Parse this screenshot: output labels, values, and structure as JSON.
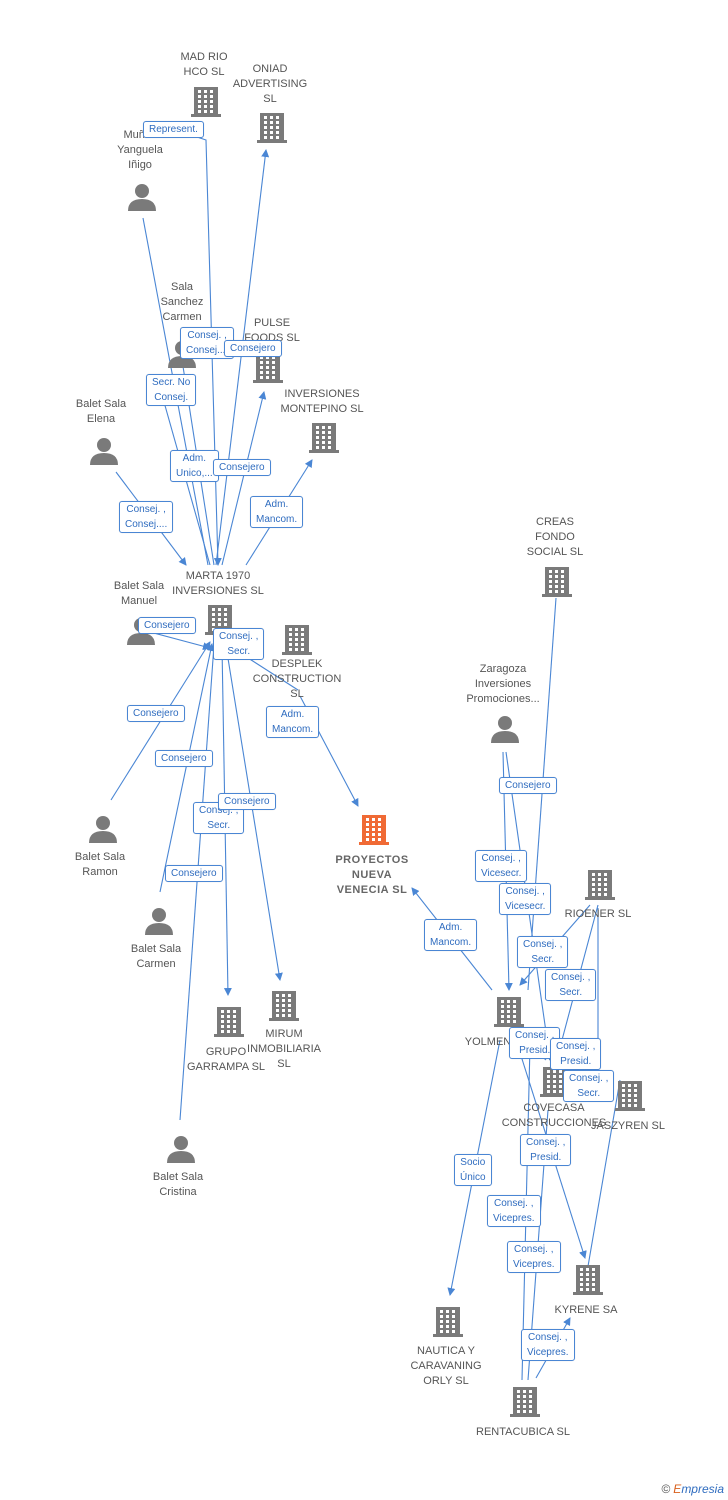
{
  "colors": {
    "edge": "#4a86d4",
    "company": "#7a7a7a",
    "person": "#7a7a7a",
    "focus": "#f06a35"
  },
  "nodes": [
    {
      "id": "madrio",
      "kind": "company",
      "label": "MAD RIO\nHCO  SL"
    },
    {
      "id": "oniad",
      "kind": "company",
      "label": "ONIAD\nADVERTISING\nSL"
    },
    {
      "id": "munoz",
      "kind": "person",
      "label": "Muñoz\nYanguela\nIñigo"
    },
    {
      "id": "sala",
      "kind": "person",
      "label": "Sala\nSanchez\nCarmen"
    },
    {
      "id": "pulse",
      "kind": "company",
      "label": "PULSE\nFOODS  SL"
    },
    {
      "id": "montepino",
      "kind": "company",
      "label": "INVERSIONES\nMONTEPINO SL"
    },
    {
      "id": "elena",
      "kind": "person",
      "label": "Balet Sala\nElena"
    },
    {
      "id": "marta",
      "kind": "company",
      "label": "MARTA 1970\nINVERSIONES SL"
    },
    {
      "id": "manuel",
      "kind": "person",
      "label": "Balet Sala\nManuel"
    },
    {
      "id": "desplek",
      "kind": "company",
      "label": "DESPLEK\nCONSTRUCTION\nSL"
    },
    {
      "id": "proyectos",
      "kind": "focus",
      "label": "PROYECTOS\nNUEVA\nVENECIA  SL"
    },
    {
      "id": "ramon",
      "kind": "person",
      "label": "Balet Sala\nRamon"
    },
    {
      "id": "carmen",
      "kind": "person",
      "label": "Balet Sala\nCarmen"
    },
    {
      "id": "grupo",
      "kind": "company",
      "label": "GRUPO\nGARRAMPA SL"
    },
    {
      "id": "mirum",
      "kind": "company",
      "label": "MIRUM\nINMOBILIARIA\nSL"
    },
    {
      "id": "cristina",
      "kind": "person",
      "label": "Balet Sala\nCristina"
    },
    {
      "id": "creas",
      "kind": "company",
      "label": "CREAS\nFONDO\nSOCIAL SL"
    },
    {
      "id": "zaragoza",
      "kind": "person",
      "label": "Zaragoza\nInversiones\nPromociones..."
    },
    {
      "id": "rioener",
      "kind": "company",
      "label": "RIOENER SL"
    },
    {
      "id": "yolmen",
      "kind": "company",
      "label": "YOLMEN"
    },
    {
      "id": "covecasa",
      "kind": "company",
      "label": "COVECASA\nCONSTRUCCIONES"
    },
    {
      "id": "jaszyren",
      "kind": "company",
      "label": "JASZYREN  SL"
    },
    {
      "id": "kyrene",
      "kind": "company",
      "label": "KYRENE SA"
    },
    {
      "id": "nautica",
      "kind": "company",
      "label": "NAUTICA Y\nCARAVANING\nORLY  SL"
    },
    {
      "id": "rentacubica",
      "kind": "company",
      "label": "RENTACUBICA SL"
    }
  ],
  "edges": [
    {
      "id": "e1",
      "label": "Represent."
    },
    {
      "id": "e2",
      "label": "Consej. ,\nConsej...."
    },
    {
      "id": "e3",
      "label": "Consejero"
    },
    {
      "id": "e4",
      "label": "Secr.  No\nConsej."
    },
    {
      "id": "e5",
      "label": "Adm.\nUnico,..."
    },
    {
      "id": "e6",
      "label": "Consejero"
    },
    {
      "id": "e7",
      "label": "Adm.\nMancom."
    },
    {
      "id": "e8",
      "label": "Consej. ,\nConsej...."
    },
    {
      "id": "e9",
      "label": "Consejero"
    },
    {
      "id": "e10",
      "label": "Consej. ,\nSecr."
    },
    {
      "id": "e11",
      "label": "Adm.\nMancom."
    },
    {
      "id": "e12",
      "label": "Consejero"
    },
    {
      "id": "e13",
      "label": "Consejero"
    },
    {
      "id": "e14",
      "label": "Consej. ,\nSecr."
    },
    {
      "id": "e15",
      "label": "Consejero"
    },
    {
      "id": "e16",
      "label": "Consejero"
    },
    {
      "id": "e17",
      "label": "Consejero"
    },
    {
      "id": "e18",
      "label": "Consej. ,\nVicesecr."
    },
    {
      "id": "e19",
      "label": "Consej. ,\nVicesecr."
    },
    {
      "id": "e20",
      "label": "Adm.\nMancom."
    },
    {
      "id": "e21",
      "label": "Consej. ,\nSecr."
    },
    {
      "id": "e22",
      "label": "Consej. ,\nSecr."
    },
    {
      "id": "e23",
      "label": "Consej. ,\nPresid."
    },
    {
      "id": "e24",
      "label": "Consej. ,\nPresid."
    },
    {
      "id": "e25",
      "label": "Consej. ,\nSecr."
    },
    {
      "id": "e26",
      "label": "Socio\nÚnico"
    },
    {
      "id": "e27",
      "label": "Consej. ,\nPresid."
    },
    {
      "id": "e28",
      "label": "Consej. ,\nVicepres."
    },
    {
      "id": "e29",
      "label": "Consej. ,\nVicepres."
    },
    {
      "id": "e30",
      "label": "Consej. ,\nVicepres."
    }
  ],
  "footer": {
    "copyright": "©",
    "brand_e": "E",
    "brand_rest": "mpresia"
  }
}
